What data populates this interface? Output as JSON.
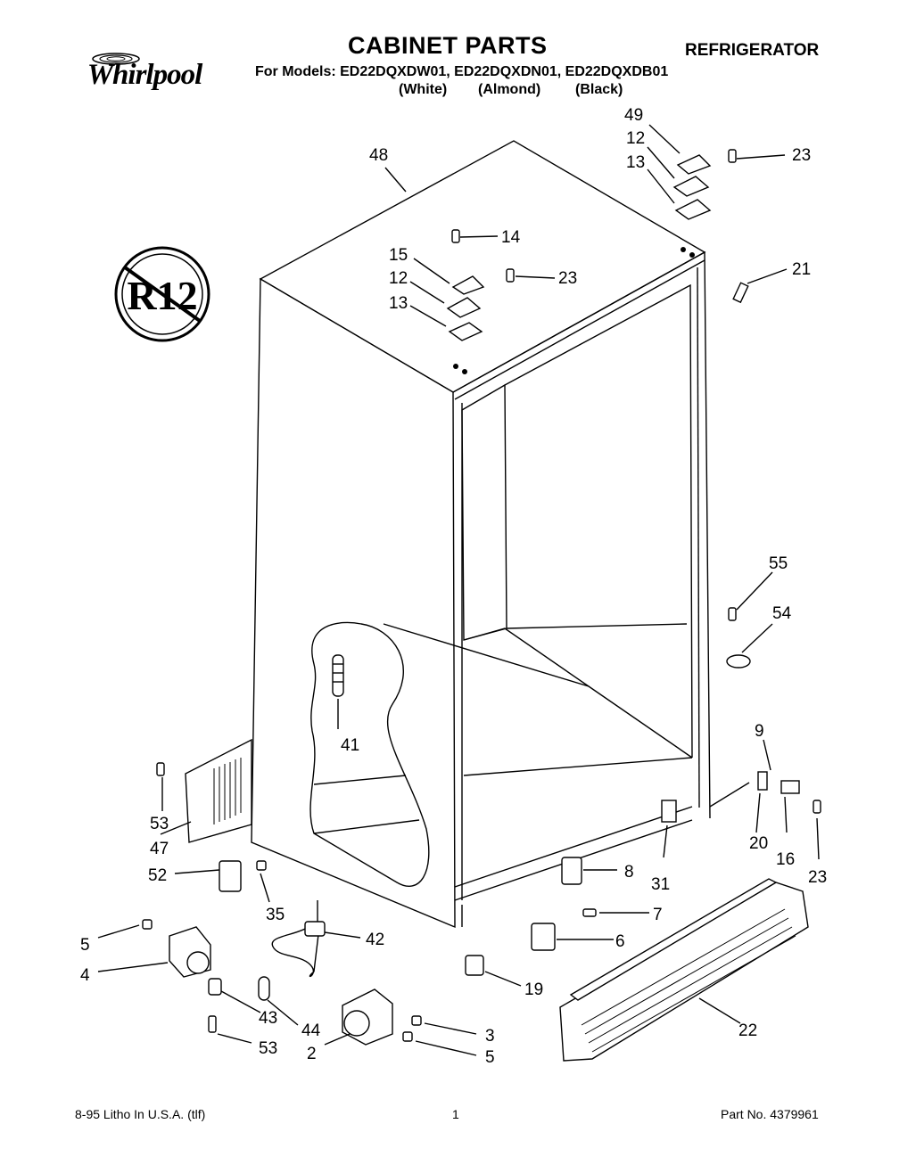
{
  "brand": "Whirlpool",
  "title": "CABINET PARTS",
  "category": "REFRIGERATOR",
  "models_line": "For Models: ED22DQXDW01, ED22DQXDN01, ED22DQXDB01",
  "variants": [
    "(White)",
    "(Almond)",
    "(Black)"
  ],
  "badge_text": "R12",
  "callouts": {
    "c49": "49",
    "c12a": "12",
    "c13a": "13",
    "c23a": "23",
    "c48": "48",
    "c14": "14",
    "c15": "15",
    "c12b": "12",
    "c13b": "13",
    "c23b": "23",
    "c21": "21",
    "c55": "55",
    "c54": "54",
    "c41": "41",
    "c9": "9",
    "c53a": "53",
    "c47": "47",
    "c20": "20",
    "c16": "16",
    "c23c": "23",
    "c52": "52",
    "c8": "8",
    "c31": "31",
    "c35": "35",
    "c7": "7",
    "c5a": "5",
    "c42": "42",
    "c6": "6",
    "c4": "4",
    "c19": "19",
    "c43": "43",
    "c44": "44",
    "c3": "3",
    "c22": "22",
    "c53b": "53",
    "c2": "2",
    "c5b": "5"
  },
  "footer": {
    "left": "8-95 Litho In U.S.A. (tlf)",
    "center": "1",
    "right": "Part No. 4379961"
  }
}
